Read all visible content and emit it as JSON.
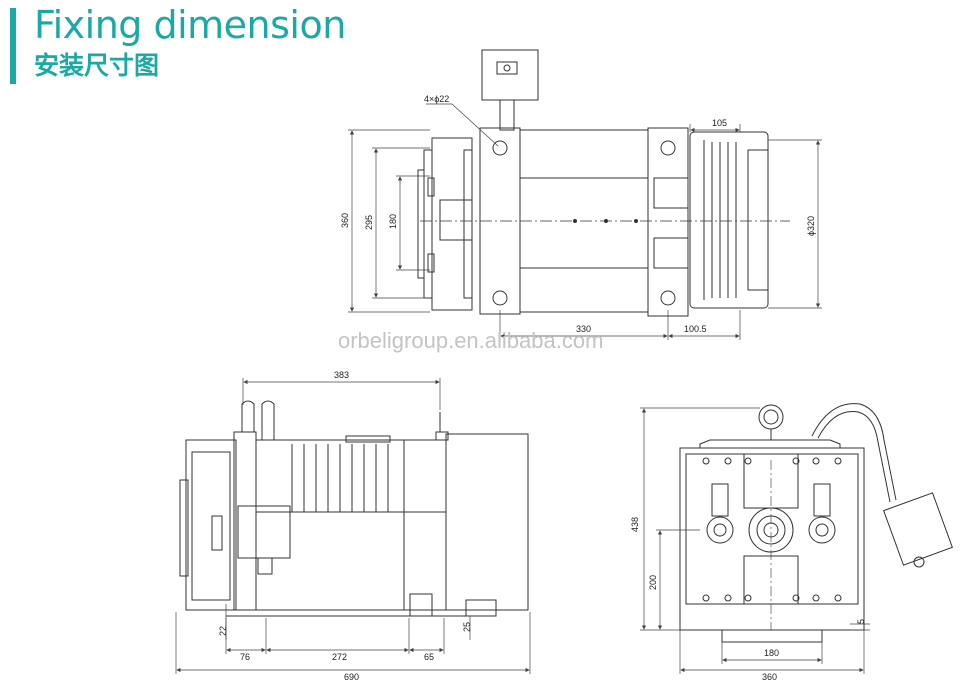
{
  "header": {
    "title_en": "Fixing dimension",
    "title_cn": "安装尺寸图",
    "accent_color": "#1aa9a4"
  },
  "watermark": "orbeligroup.en.alibaba.com",
  "top_view": {
    "hole_callout": "4×ϕ22",
    "dim_360": "360",
    "dim_295": "295",
    "dim_180": "180",
    "dim_105": "105",
    "dim_320": "ϕ320",
    "dim_330": "330",
    "dim_100_5": "100.5"
  },
  "side_view": {
    "dim_383": "383",
    "dim_22": "22",
    "dim_76": "76",
    "dim_272": "272",
    "dim_65": "65",
    "dim_25": "25",
    "dim_690": "690"
  },
  "front_view": {
    "dim_438": "438",
    "dim_200": "200",
    "dim_5": "5",
    "dim_180": "180",
    "dim_360": "360"
  },
  "colors": {
    "line": "#333333",
    "dim": "#444444"
  }
}
